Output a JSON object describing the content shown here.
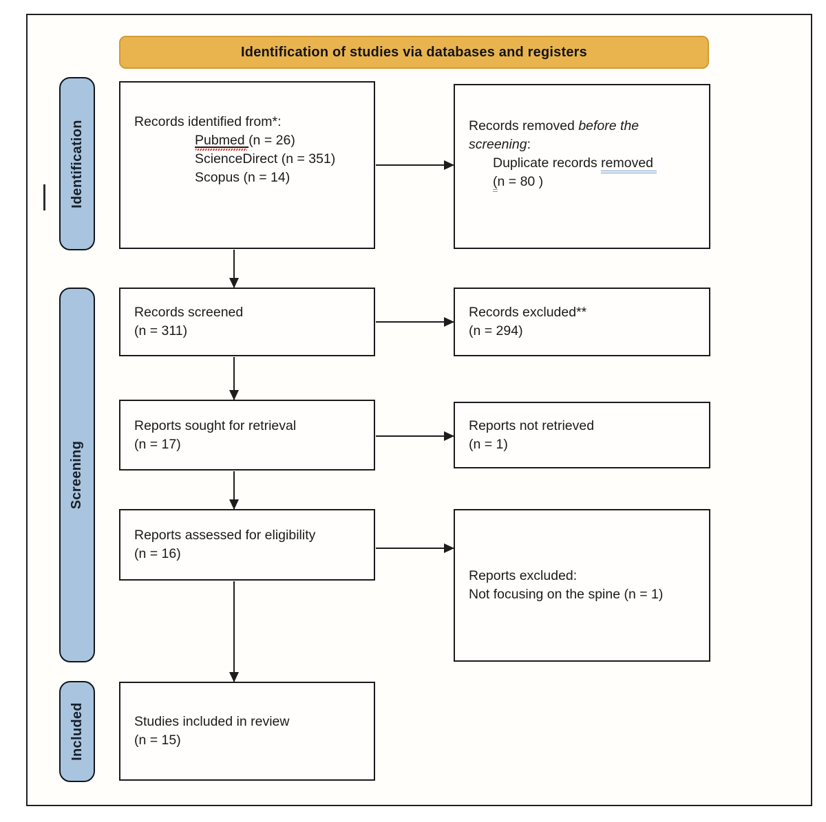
{
  "banner": {
    "title": "Identification of studies via databases and registers"
  },
  "stages": [
    {
      "label": "Identification"
    },
    {
      "label": "Screening"
    },
    {
      "label": "Included"
    }
  ],
  "boxes": {
    "records_identified": {
      "heading": "Records identified from*:",
      "source_pubmed_name": "Pubmed ",
      "source_pubmed_count": "(n = 26)",
      "source_sciencedirect": "ScienceDirect (n = 351)",
      "source_scopus": "Scopus (n = 14)"
    },
    "records_removed": {
      "line1_normal": "Records removed ",
      "line1_italic": "before the",
      "line2_italic": "screening",
      "line2_normal": ":",
      "line3_normal": "Duplicate records ",
      "line3_underlined": "removed ",
      "line4_underlined": "(",
      "line4_normal": "n = 80 )"
    },
    "records_screened": {
      "line1": "Records screened",
      "line2": "(n = 311)"
    },
    "records_excluded": {
      "line1": "Records excluded**",
      "line2": "(n = 294)"
    },
    "reports_sought": {
      "line1": "Reports sought for retrieval",
      "line2": "(n = 17)"
    },
    "reports_not_retrieved": {
      "line1": "Reports not retrieved",
      "line2": "(n = 1)"
    },
    "reports_assessed": {
      "line1": "Reports assessed for eligibility",
      "line2": "(n = 16)"
    },
    "reports_excluded": {
      "line1": "Reports excluded:",
      "line2": "Not focusing on the spine (n = 1)"
    },
    "studies_included": {
      "line1": "Studies included in review",
      "line2": "(n = 15)"
    }
  },
  "colors": {
    "banner_fill": "#e9b44e",
    "banner_border": "#d09a35",
    "stage_fill": "#a9c4de",
    "box_border": "#1a1a1a",
    "spellcheck_red": "#d93025",
    "grammar_blue": "#7296cc"
  }
}
